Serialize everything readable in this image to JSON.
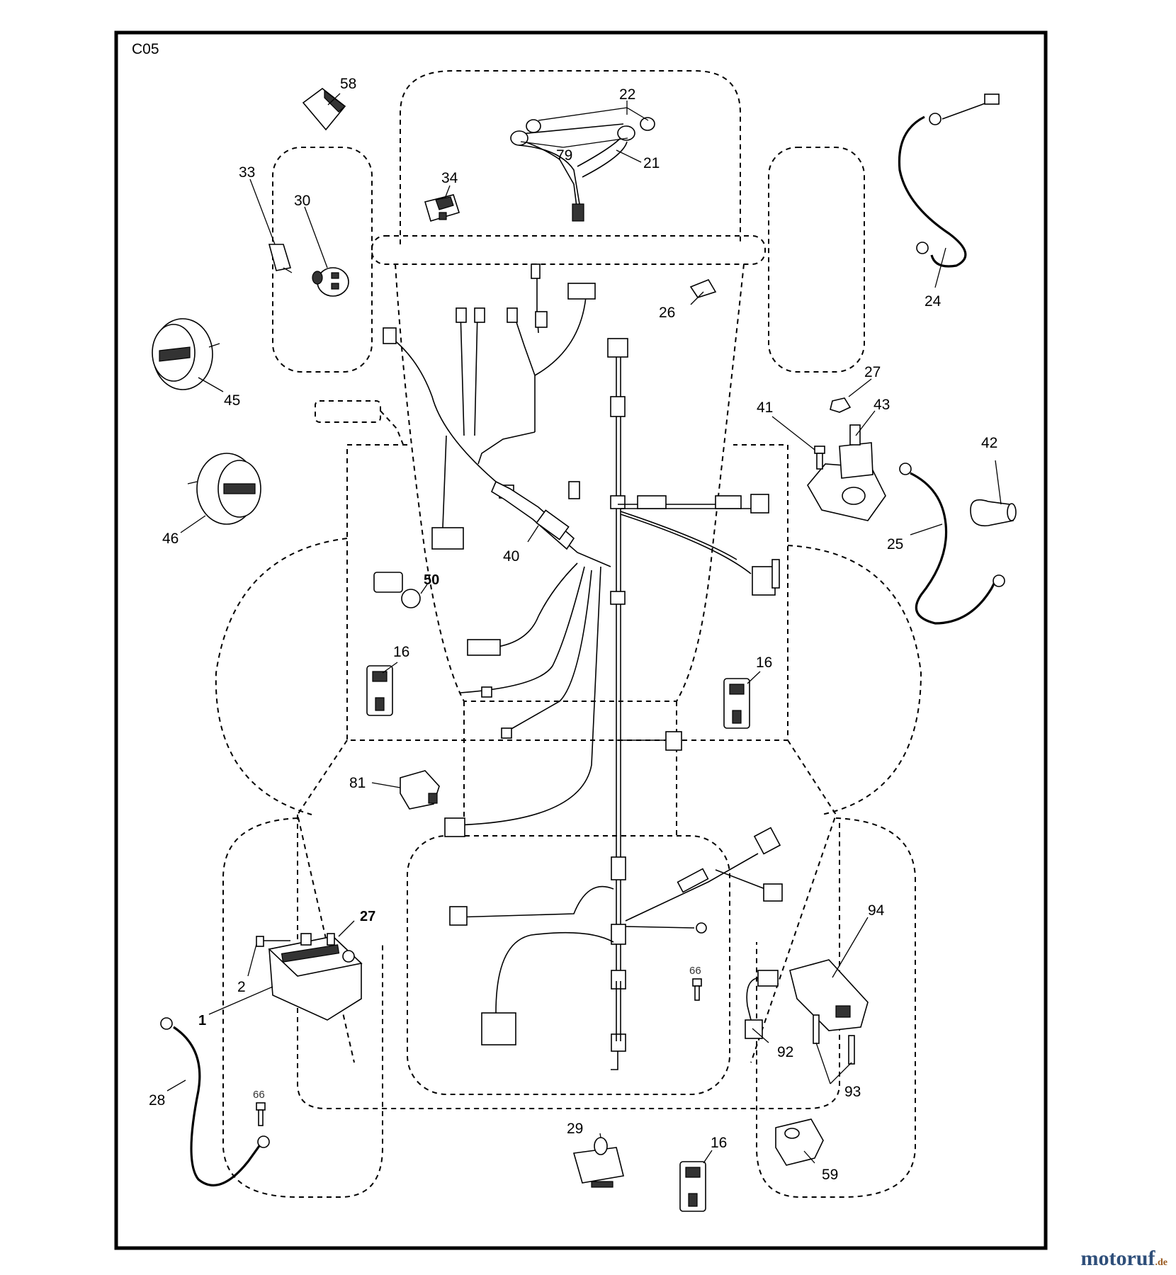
{
  "diagram_code": "C05",
  "watermark": {
    "brand": "motoruf",
    "suffix": ".de"
  },
  "callouts": {
    "c1": "1",
    "c2": "2",
    "c16a": "16",
    "c16b": "16",
    "c16c": "16",
    "c21": "21",
    "c22": "22",
    "c24": "24",
    "c25": "25",
    "c26": "26",
    "c27a": "27",
    "c27b": "27",
    "c28": "28",
    "c29": "29",
    "c30": "30",
    "c33": "33",
    "c34": "34",
    "c40": "40",
    "c41": "41",
    "c42": "42",
    "c43": "43",
    "c45": "45",
    "c46": "46",
    "c50": "50",
    "c58": "58",
    "c59": "59",
    "c66a": "66",
    "c66b": "66",
    "c79": "79",
    "c81": "81",
    "c92": "92",
    "c93": "93",
    "c94": "94"
  }
}
